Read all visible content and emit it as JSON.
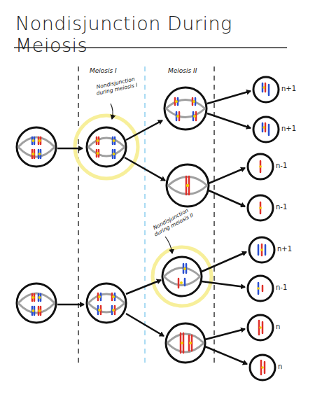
{
  "diagram": {
    "title": "Nondisjunction During Meiosis",
    "nodes": [
      {
        "text": [
          "n+1"
        ]
      },
      {
        "text": [
          "n+1"
        ]
      },
      {
        "text": [
          "n-1"
        ]
      },
      {
        "text": [
          "n-1"
        ]
      },
      {
        "text": [
          "n+1"
        ]
      },
      {
        "text": [
          "n-1"
        ]
      },
      {
        "text": [
          "n"
        ]
      },
      {
        "text": [
          "n"
        ]
      }
    ],
    "labels": [
      "Meiosis I",
      "Meiosis II",
      "Nondisjunction during meiosis I",
      "Nondisjunction during meiosis II"
    ]
  }
}
